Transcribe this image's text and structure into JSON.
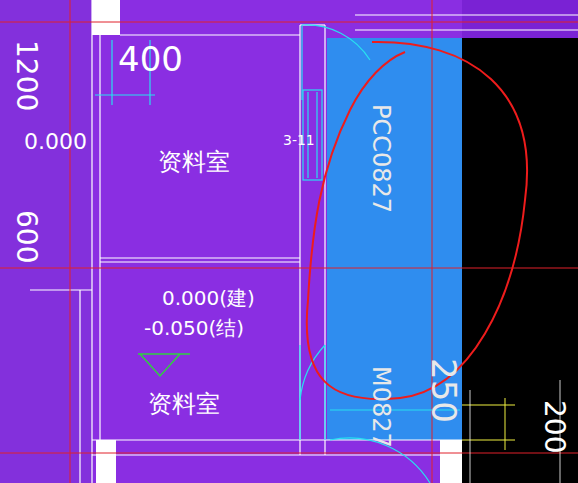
{
  "diagram": {
    "nodes": [
      {
        "text": [
          "资料室"
        ]
      },
      {
        "text": [
          "0.000(建)",
          "-0.050(结)",
          "资料室"
        ]
      },
      {
        "text": [
          "PCC0827",
          "M0827",
          "250"
        ]
      }
    ],
    "labels": [
      "400",
      "3-11",
      "0.000",
      "1200",
      "600",
      "200"
    ]
  }
}
